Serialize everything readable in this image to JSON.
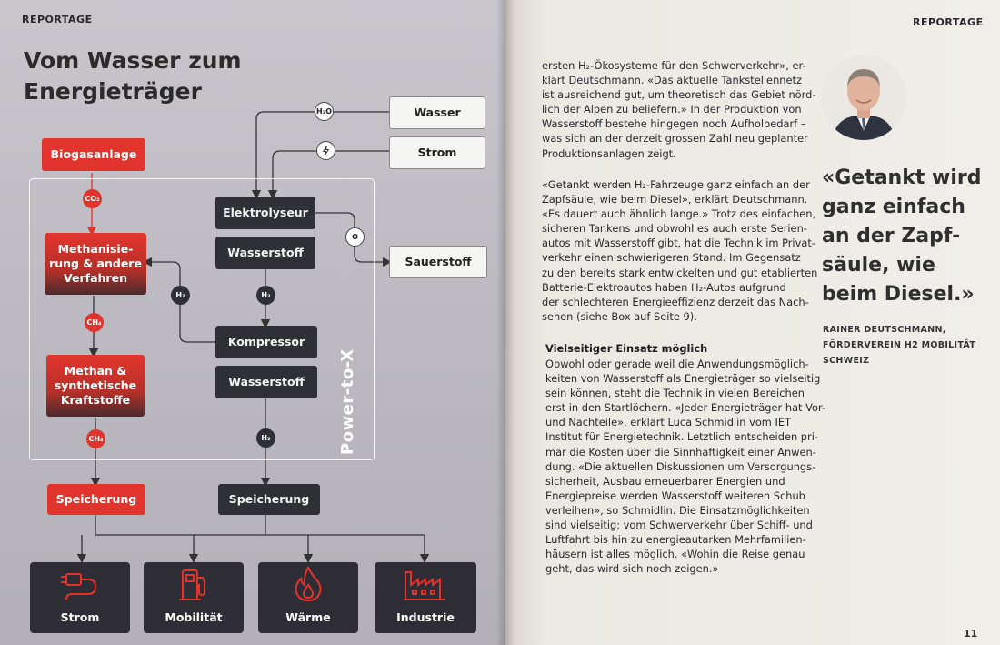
{
  "left_page": {
    "section_label": "REPORTAGE",
    "title_line1": "Vom Wasser zum",
    "title_line2": "Energieträger",
    "nodes": {
      "biogas": "Biogasanlage",
      "methanisierung": "Methanisie-\nrung & andere\nVerfahren",
      "methan": "Methan &\nsynthetische\nKraftstoffe",
      "speicherung_red": "Speicherung",
      "wasser": "Wasser",
      "strom": "Strom",
      "elektrolyseur": "Elektrolyseur",
      "wasserstoff1": "Wasserstoff",
      "sauerstoff": "Sauerstoff",
      "kompressor": "Kompressor",
      "wasserstoff2": "Wasserstoff",
      "speicherung_dark": "Speicherung"
    },
    "chips": {
      "h2o": "H₂O",
      "co2": "CO₂",
      "ch4_1": "CH₄",
      "ch4_2": "CH₄",
      "h2_left": "H₂",
      "h2_mid": "H₂",
      "h2_low": "H₂",
      "o": "O"
    },
    "frame_label": "Power-to-X",
    "uses": [
      "Strom",
      "Mobilität",
      "Wärme",
      "Industrie"
    ]
  },
  "right_page": {
    "section_label": "REPORTAGE",
    "paragraph1": "ersten H₂-Ökosysteme für den Schwerverkehr», er-\nklärt Deutschmann. «Das aktuelle Tankstellennetz\nist ausreichend gut, um theoretisch das Gebiet nörd-\nlich der Alpen zu beliefern.» In der Produktion von\nWasserstoff bestehe hingegen noch Aufholbedarf –\nwas sich an der derzeit grossen Zahl neu geplanter\nProduktionsanlagen zeigt.",
    "paragraph2": "«Getankt werden H₂-Fahrzeuge ganz einfach an der\nZapfsäule, wie beim Diesel», erklärt Deutschmann.\n«Es dauert auch ähnlich lange.» Trotz des einfachen,\nsicheren Tankens und obwohl es auch erste Serien-\nautos mit Wasserstoff gibt, hat die Technik im Privat-\nverkehr einen schwierigeren Stand. Im Gegensatz\nzu den bereits stark entwickelten und gut etablierten\nBatterie-Elektroautos haben H₂-Autos aufgrund\nder schlechteren Energieeffizienz derzeit das Nach-\nsehen (siehe Box auf Seite 9).",
    "subhead": "Vielseitiger Einsatz möglich",
    "paragraph3": "Obwohl oder gerade weil die Anwendungsmöglich-\nkeiten von Wasserstoff als Energieträger so vielseitig\nsein können, steht die Technik in vielen Bereichen\nerst in den Startlöchern. «Jeder Energieträger hat Vor-\nund Nachteile», erklärt Luca Schmidlin vom IET\nInstitut für Energietechnik. Letztlich entscheiden pri-\nmär die Kosten über die Sinnhaftigkeit einer Anwen-\ndung. «Die aktuellen Diskussionen um Versorgungs-\nsicherheit, Ausbau erneuerbarer Energien und\nEnergiepreise werden Wasserstoff weiteren Schub\nverleihen», so Schmidlin. Die Einsatzmöglichkeiten\nsind vielseitig; vom Schwerverkehr über Schiff- und\nLuftfahrt bis hin zu energieautarken Mehrfamilien-\nhäusern ist alles möglich. «Wohin die Reise genau\ngeht, das wird sich noch zeigen.»",
    "quote": "«Getankt wird\nganz einfach\nan der Zapf-\nsäule, wie\nbeim Diesel.»",
    "quote_author": "RAINER DEUTSCHMANN,\nFÖRDERVEREIN H2 MOBILITÄT\nSCHWEIZ",
    "page_number": "11"
  },
  "colors": {
    "accent_red": "#e0342d",
    "dark_box": "#2f2f36"
  }
}
